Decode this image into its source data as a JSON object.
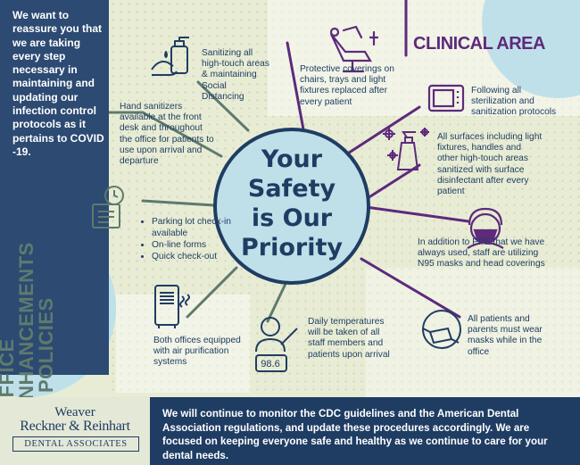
{
  "intro": "We want to reassure you that we are taking every step necessary in maintaining and updating our infection control protocols as it pertains to COVID -19.",
  "center_title": [
    "Your",
    "Safety",
    "is Our",
    "Priority"
  ],
  "clinical_label": "CLINICAL AREA",
  "office_label": [
    "OFFICE",
    "ENHANCEMENTS",
    "& POLICIES"
  ],
  "items": {
    "sanitizing": "Sanitizing all high-touch areas & maintaining Social Distancing",
    "hand_sanitizers": "Hand sanitizers available at the front desk and throughout the office for patients to use upon arrival and departure",
    "protective": "Protective coverings on chairs, trays and light fixtures replaced after every patient",
    "sterilization": "Following all sterilization and sanitization protocols",
    "surfaces": "All surfaces including light fixtures, handles and other high-touch areas sanitized with surface disinfectant after every patient",
    "ppe": "In addition to PPE that we have always used, staff are utilizing N95 masks and head coverings",
    "patients_masks": "All patients and parents must wear masks while in the office",
    "temperatures": "Daily temperatures will be taken of all staff members and patients upon arrival",
    "air_purification": "Both offices equipped with air purification systems",
    "parking": [
      "Parking lot check-in available",
      "On-line forms",
      "Quick check-out"
    ]
  },
  "thermometer_reading": "98.6",
  "logo": {
    "line1": "Weaver",
    "line2": "Reckner & Reinhart",
    "line3": "DENTAL ASSOCIATES"
  },
  "footer_text": "We will continue to monitor the CDC guidelines and the American Dental Association regulations, and update these procedures accordingly. We are focused on keeping everyone safe and healthy as we continue to care for your dental needs.",
  "colors": {
    "navy": "#1f3d63",
    "purple": "#5d2a7c",
    "light_blue": "#bfe0e9",
    "sage": "#5e7a6e",
    "background": "#e8ecd4"
  }
}
